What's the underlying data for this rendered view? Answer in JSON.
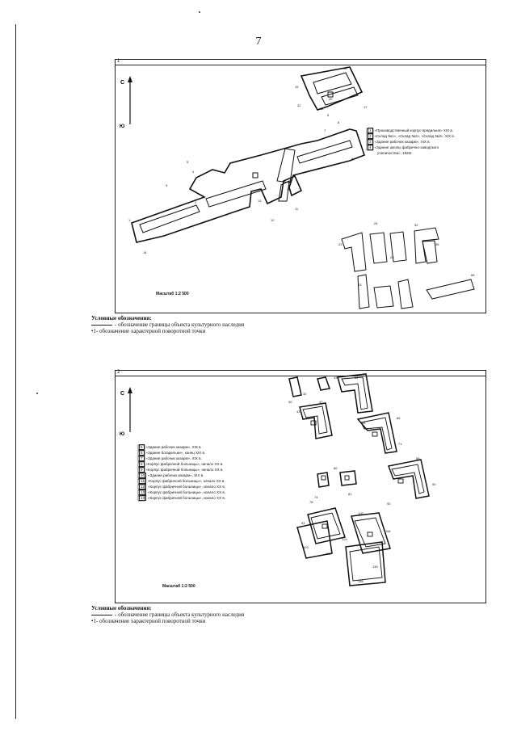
{
  "page_number": "7",
  "map1": {
    "sheet": "1",
    "scale": "Масштаб 1:2 500",
    "north_label": "С",
    "south_label": "Ю",
    "legend": [
      {
        "num": "1",
        "text": "«Производственный корпус-прядильня» XIX в."
      },
      {
        "num": "2",
        "text": "«Склад №1», «Склад №2», «Склад №3», XIX в."
      },
      {
        "num": "3",
        "text": "«Здание рабочих казарм», XIX в."
      },
      {
        "num": "4",
        "text": "«Здание школы фабрично-заводского"
      },
      {
        "num": "",
        "text": "ученичества», 1920г."
      }
    ]
  },
  "map2": {
    "sheet": "2",
    "scale": "Масштаб 1:2 500",
    "north_label": "С",
    "south_label": "Ю",
    "legend": [
      {
        "num": "5",
        "text": "«Здание рабочих казарм», XIX в."
      },
      {
        "num": "6",
        "text": "«Здание богадельни», конец XIX в."
      },
      {
        "num": "7",
        "text": "«Здание рабочих казарм», XIX в."
      },
      {
        "num": "8",
        "text": "«Корпус фабричной больницы», начало XX в."
      },
      {
        "num": "9",
        "text": "«Корпус фабричной больницы», начало XX в."
      },
      {
        "num": "10",
        "text": "«Здание рабочих казарм», XIX в."
      },
      {
        "num": "11",
        "text": "«Корпус фабричной больницы», начало XX в."
      },
      {
        "num": "12",
        "text": "«Корпус фабричной больницы», начало XX в."
      },
      {
        "num": "13",
        "text": "«Корпус фабричной больницы», начало XX в."
      },
      {
        "num": "14",
        "text": "«Корпус фабричной больницы», начало XX в."
      }
    ]
  },
  "conventions1": {
    "title": "Условные обозначения:",
    "boundary": "- обозначение границы объекта культурного наследия",
    "point": "•1- обозначение характерной поворотной точки"
  },
  "conventions2": {
    "title": "Условные обозначения:",
    "boundary": "- обозначение границы объекта культурного наследия",
    "point": "•1- обозначение характерной поворотной точки"
  }
}
